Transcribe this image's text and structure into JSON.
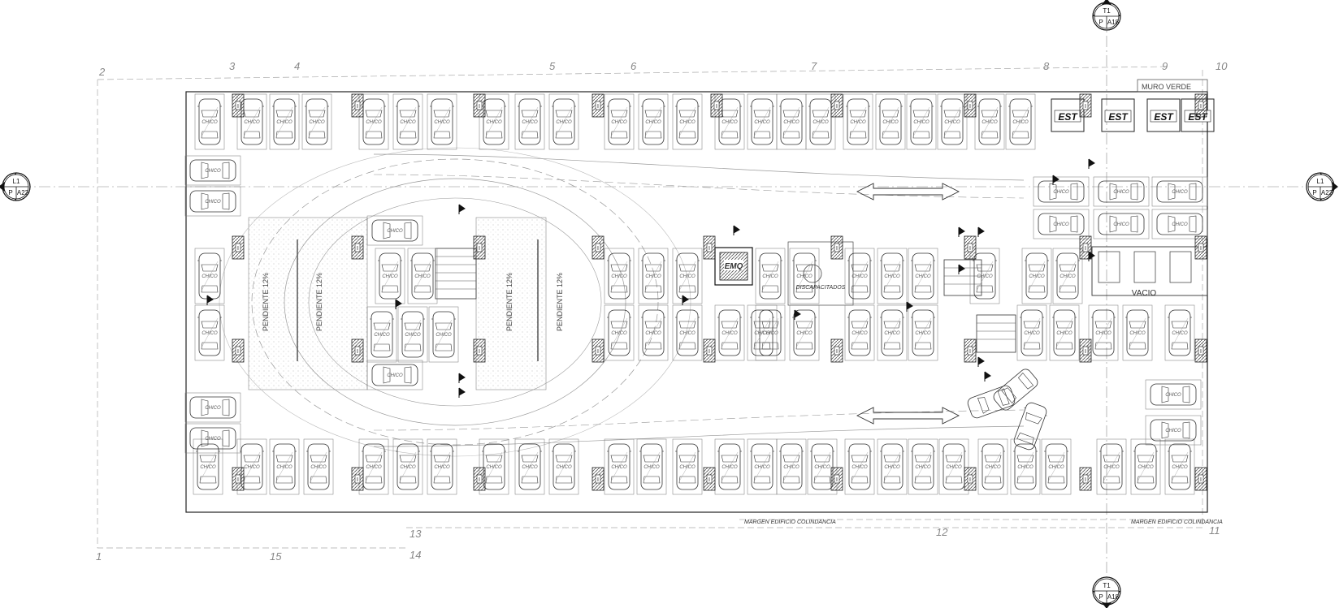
{
  "grid_axes": {
    "top": [
      "2",
      "3",
      "4",
      "5",
      "6",
      "7",
      "8",
      "9",
      "10"
    ],
    "bottom": [
      "1",
      "15",
      "14",
      "13",
      "12",
      "11"
    ]
  },
  "section_markers": [
    {
      "id": "top-t1",
      "line1": "T1",
      "line2a": "P",
      "line2b": "A18"
    },
    {
      "id": "bottom-t1",
      "line1": "T1",
      "line2a": "P",
      "line2b": "A18"
    },
    {
      "id": "left-l1",
      "line1": "L1",
      "line2a": "P",
      "line2b": "A23"
    },
    {
      "id": "right-l1",
      "line1": "L1",
      "line2a": "P",
      "line2b": "A23"
    }
  ],
  "labels": {
    "green_wall": "MURO VERDE",
    "void": "VACIO",
    "disabled": "DISCAPACITADOS",
    "elevator": "EMQ",
    "adjacent_left": "MARGEN EDIFICIO COLINDANCIA",
    "adjacent_right": "MARGEN EDIFICIO COLINDANCIA",
    "slope_1": "PENDIENTE 12%",
    "slope_2": "PENDIENTE 12%",
    "slope_3": "PENDIENTE 12%",
    "slope_4": "PENDIENTE 12%"
  },
  "est_labels": [
    "EST",
    "EST",
    "EST",
    "EST"
  ],
  "slot_type": "CHICO"
}
